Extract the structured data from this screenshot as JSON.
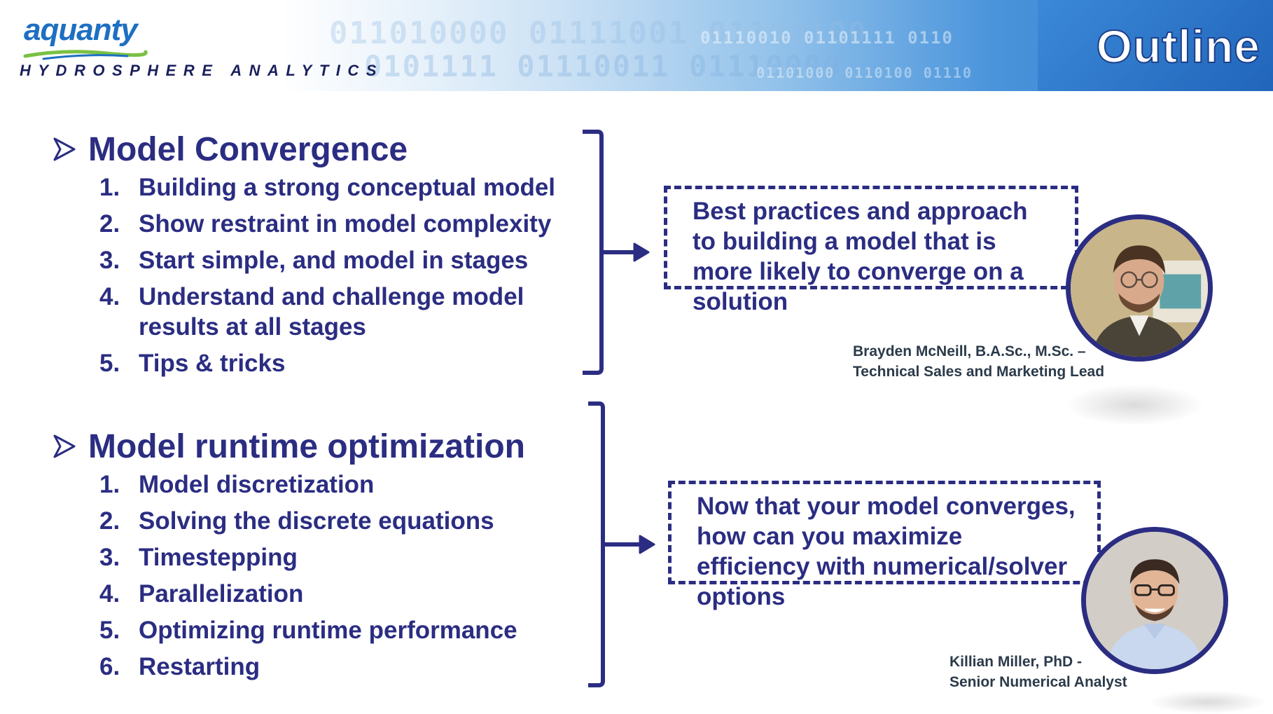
{
  "header": {
    "title": "Outline",
    "binary_rows": [
      "011010000 01111001 01100100",
      "0101111 01110011 01110000",
      "01110010 01101111 0110",
      "01101000 0110100 01110"
    ]
  },
  "logo": {
    "wordmark": "aquanty",
    "tagline": "HYDROSPHERE ANALYTICS"
  },
  "sections": [
    {
      "title": "Model Convergence",
      "items": [
        {
          "num": "1.",
          "text": "Building a strong conceptual model"
        },
        {
          "num": "2.",
          "text": "Show restraint in model complexity"
        },
        {
          "num": "3.",
          "text": "Start simple, and model in stages"
        },
        {
          "num": "4.",
          "text": "Understand and challenge model results at all stages"
        },
        {
          "num": "5.",
          "text": "Tips & tricks"
        }
      ],
      "summary": "Best practices and approach to building a model that is more likely to converge on a solution",
      "presenter": {
        "name": "Brayden McNeill, B.A.Sc., M.Sc. –",
        "role": "Technical Sales and Marketing Lead"
      }
    },
    {
      "title": "Model runtime optimization",
      "items": [
        {
          "num": "1.",
          "text": "Model discretization"
        },
        {
          "num": "2.",
          "text": "Solving the discrete equations"
        },
        {
          "num": "3.",
          "text": "Timestepping"
        },
        {
          "num": "4.",
          "text": "Parallelization"
        },
        {
          "num": "5.",
          "text": "Optimizing runtime performance"
        },
        {
          "num": "6.",
          "text": "Restarting"
        }
      ],
      "summary": "Now that your model converges, how can you maximize efficiency with numerical/solver options",
      "presenter": {
        "name": "Killian Miller, PhD -",
        "role": "Senior Numerical Analyst"
      }
    }
  ],
  "colors": {
    "primary": "#2b2d82",
    "logo_blue": "#1d6fc2",
    "banner_blue": "#2c77cc"
  }
}
